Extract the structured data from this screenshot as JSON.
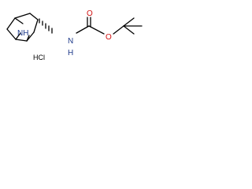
{
  "molecule": {
    "labels": {
      "bridge_nh": "NH",
      "carbamate_nh": "N",
      "carbamate_h": "H",
      "carbonyl_o": "O",
      "ester_o": "O",
      "salt": "HCl"
    },
    "colors": {
      "nitrogen": "#1e3a8a",
      "oxygen": "#d01010",
      "bond": "#000000",
      "background": "#ffffff"
    }
  }
}
